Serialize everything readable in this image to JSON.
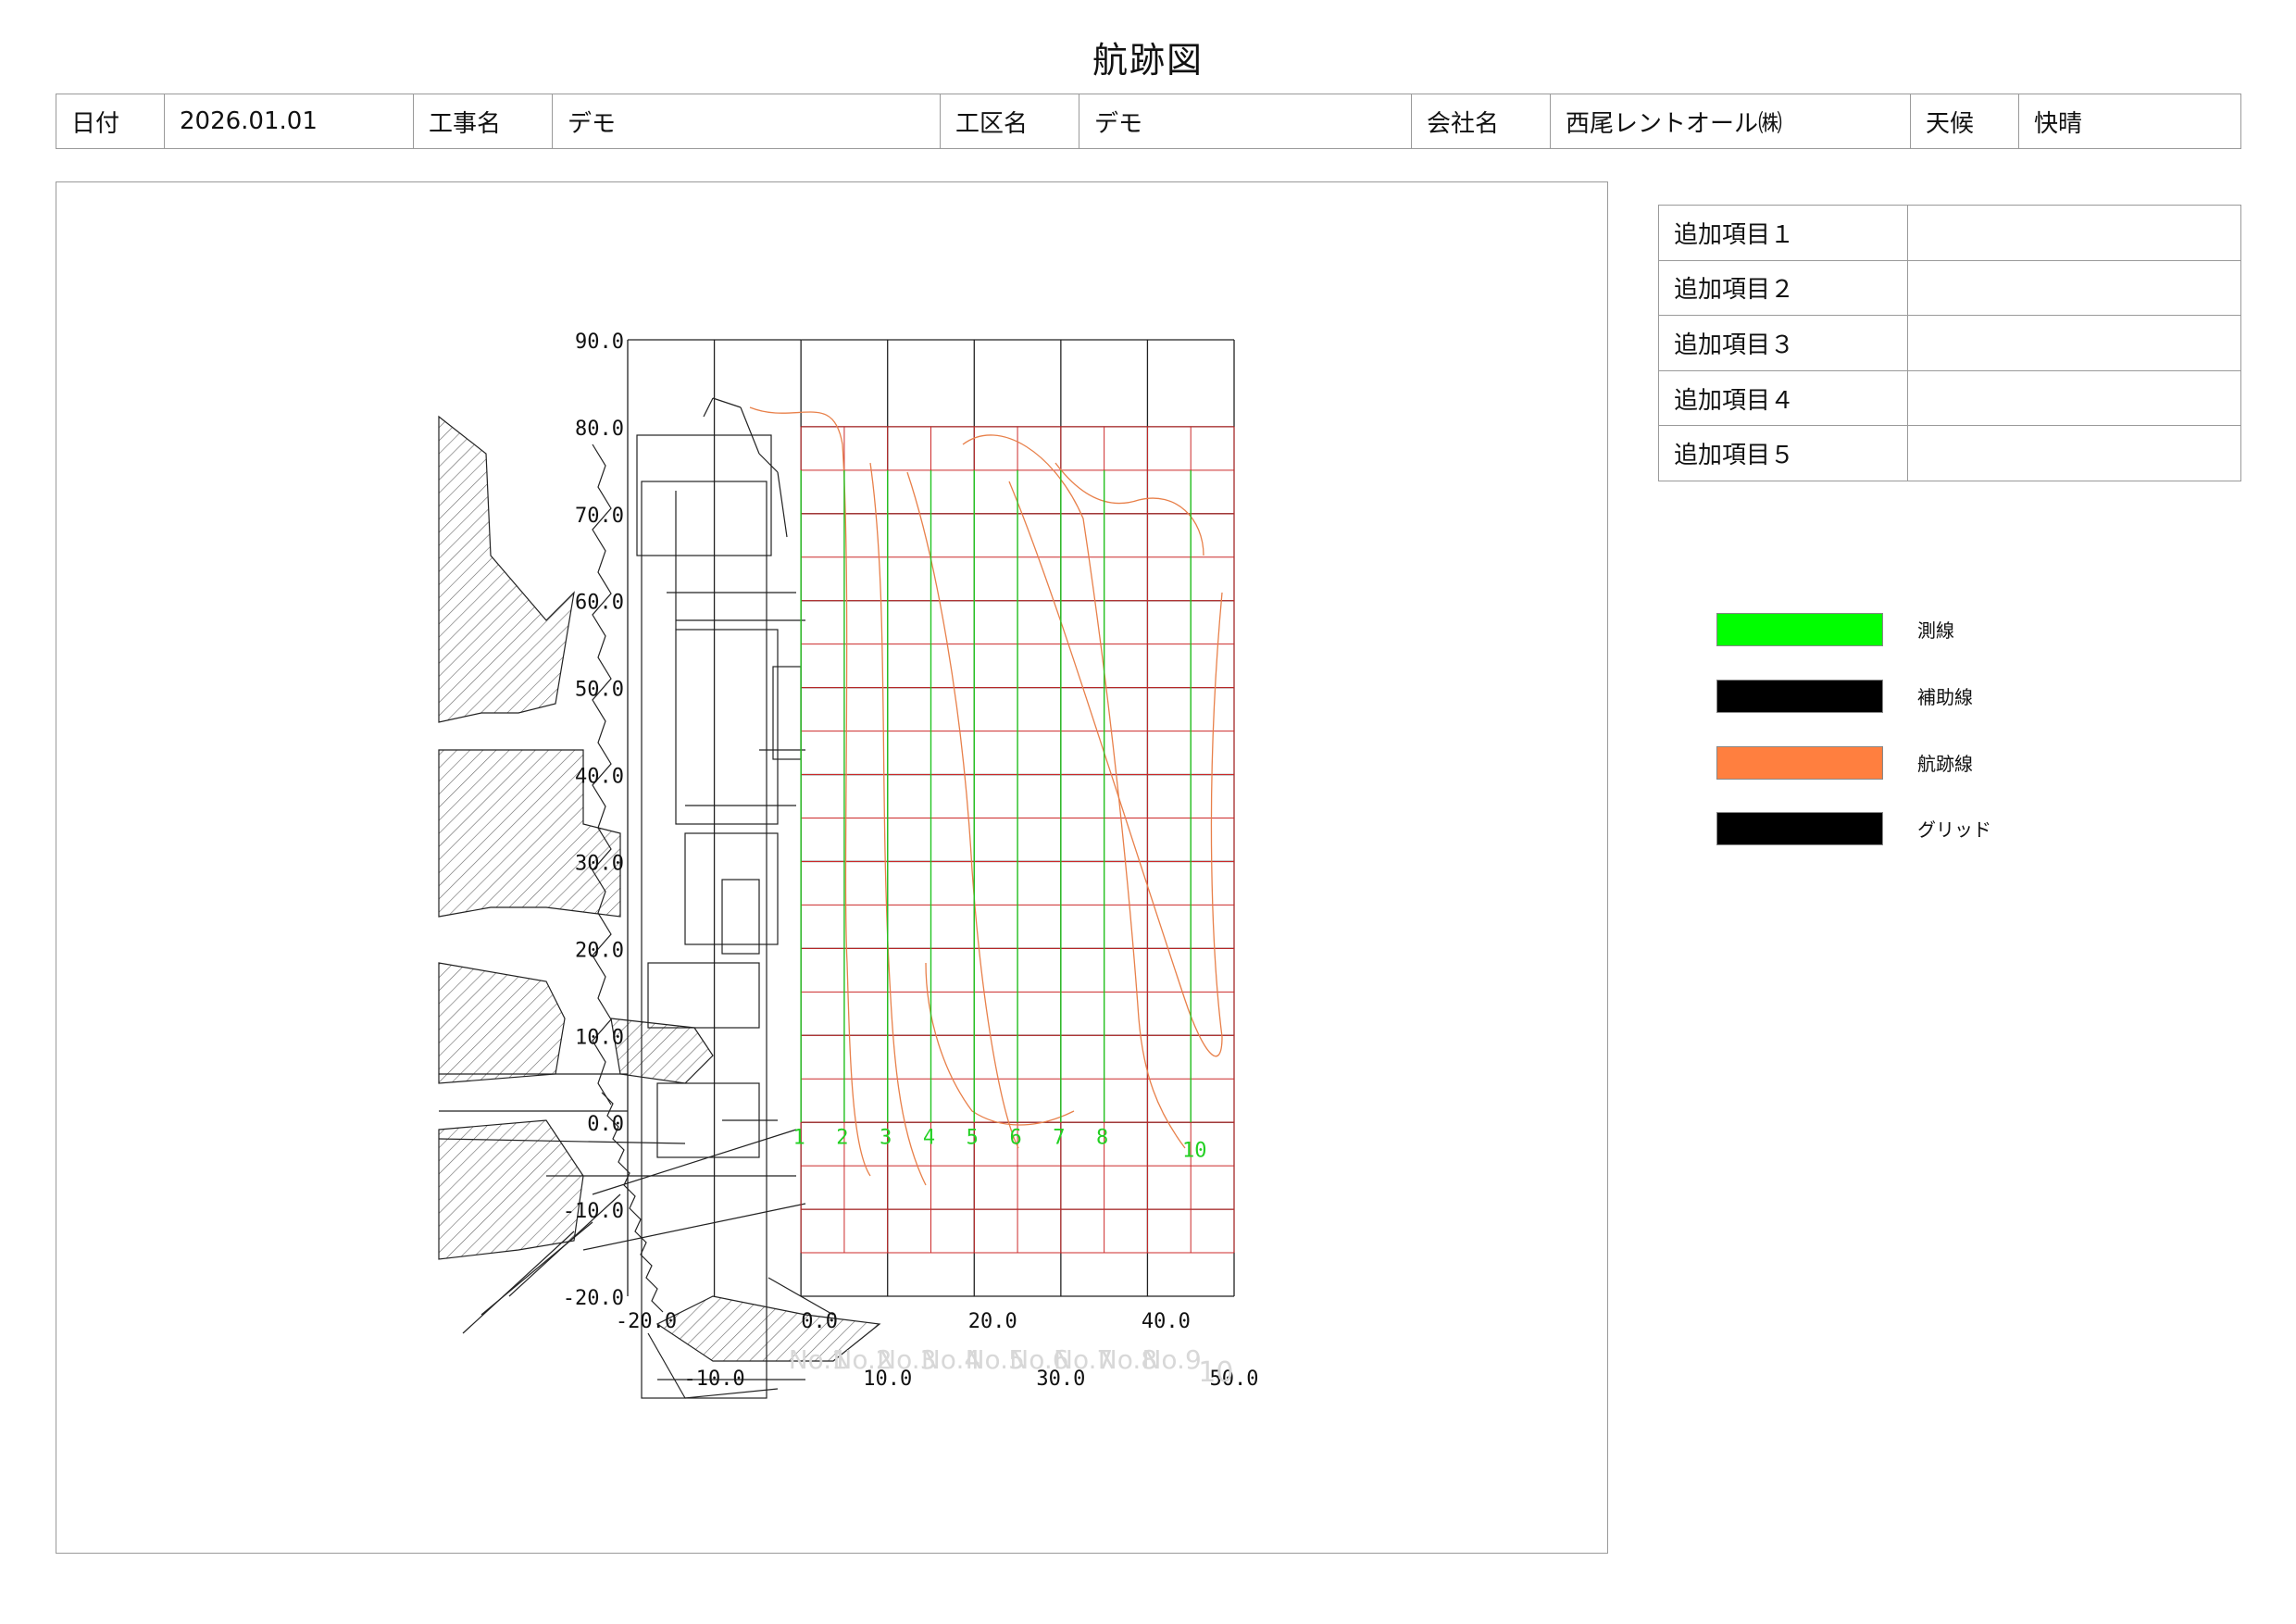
{
  "title": "航跡図",
  "header": {
    "date_label": "日付",
    "date_value": "2026.01.01",
    "project_label": "工事名",
    "project_value": "デモ",
    "section_label": "工区名",
    "section_value": "デモ",
    "company_label": "会社名",
    "company_value": "西尾レントオール㈱",
    "weather_label": "天候",
    "weather_value": "快晴"
  },
  "extra_items": [
    {
      "label": "追加項目１",
      "value": ""
    },
    {
      "label": "追加項目２",
      "value": ""
    },
    {
      "label": "追加項目３",
      "value": ""
    },
    {
      "label": "追加項目４",
      "value": ""
    },
    {
      "label": "追加項目５",
      "value": ""
    }
  ],
  "legend": [
    {
      "label": "測線",
      "color": "#00ff00"
    },
    {
      "label": "補助線",
      "color": "#000000"
    },
    {
      "label": "航跡線",
      "color": "#ff7f3f"
    },
    {
      "label": "グリッド",
      "color": "#000000"
    }
  ],
  "chart_data": {
    "type": "line",
    "x_ticks_primary": [
      "-20.0",
      "0.0",
      "20.0",
      "40.0"
    ],
    "x_ticks_secondary": [
      "-10.0",
      "10.0",
      "30.0",
      "50.0"
    ],
    "y_ticks": [
      "90.0",
      "80.0",
      "70.0",
      "60.0",
      "50.0",
      "40.0",
      "30.0",
      "20.0",
      "10.0",
      "0.0",
      "-10.0",
      "-20.0"
    ],
    "xlim": [
      -20,
      50
    ],
    "ylim": [
      -20,
      90
    ],
    "survey_line_labels": [
      "1",
      "2",
      "3",
      "4",
      "5",
      "6",
      "7",
      "8",
      "10"
    ],
    "survey_line_x": [
      0,
      5,
      10,
      15,
      20,
      25,
      30,
      35,
      45
    ],
    "faded_labels": [
      "No.1",
      "No.2",
      "No.3",
      "No.4",
      "No.5",
      "No.6",
      "No.7",
      "No.8",
      "No.9",
      "10"
    ],
    "grid": true
  }
}
